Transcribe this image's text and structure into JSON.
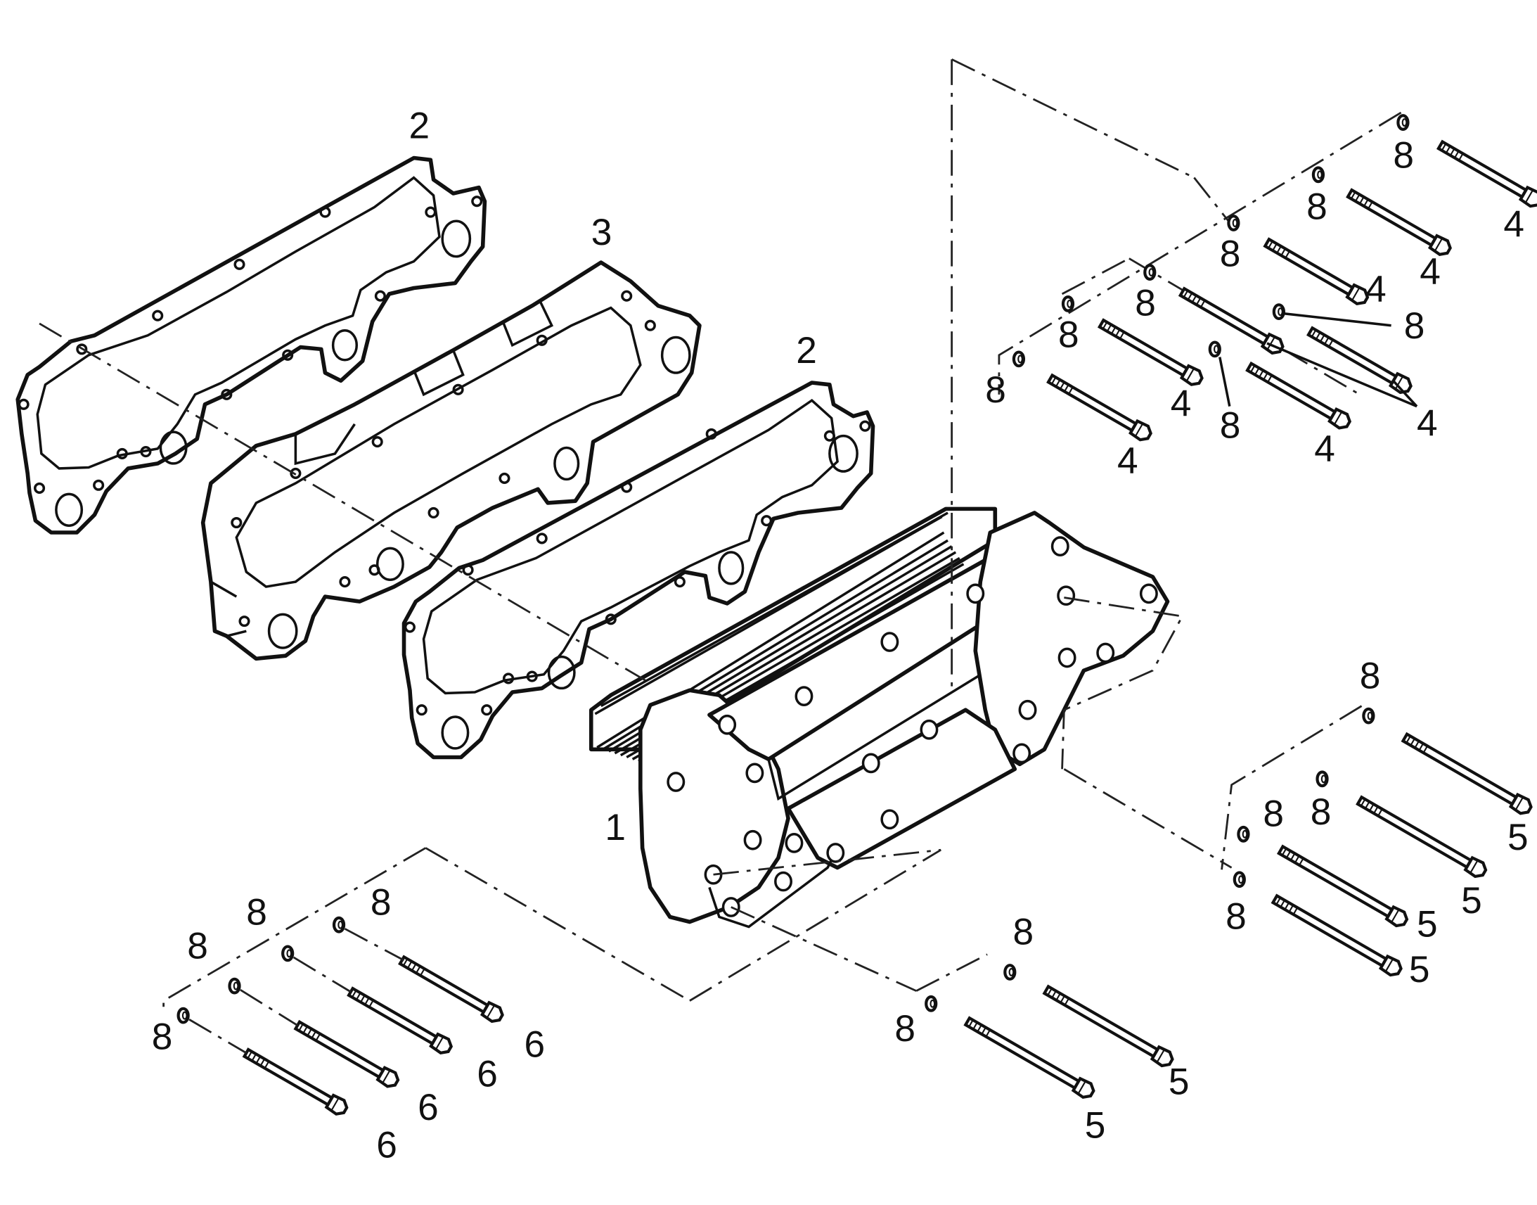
{
  "callouts": {
    "gasket_left": "2",
    "spacer": "3",
    "gasket_right": "2",
    "cooler": "1",
    "bolt4": "4",
    "bolt5": "5",
    "bolt6": "6",
    "washer": "8"
  }
}
